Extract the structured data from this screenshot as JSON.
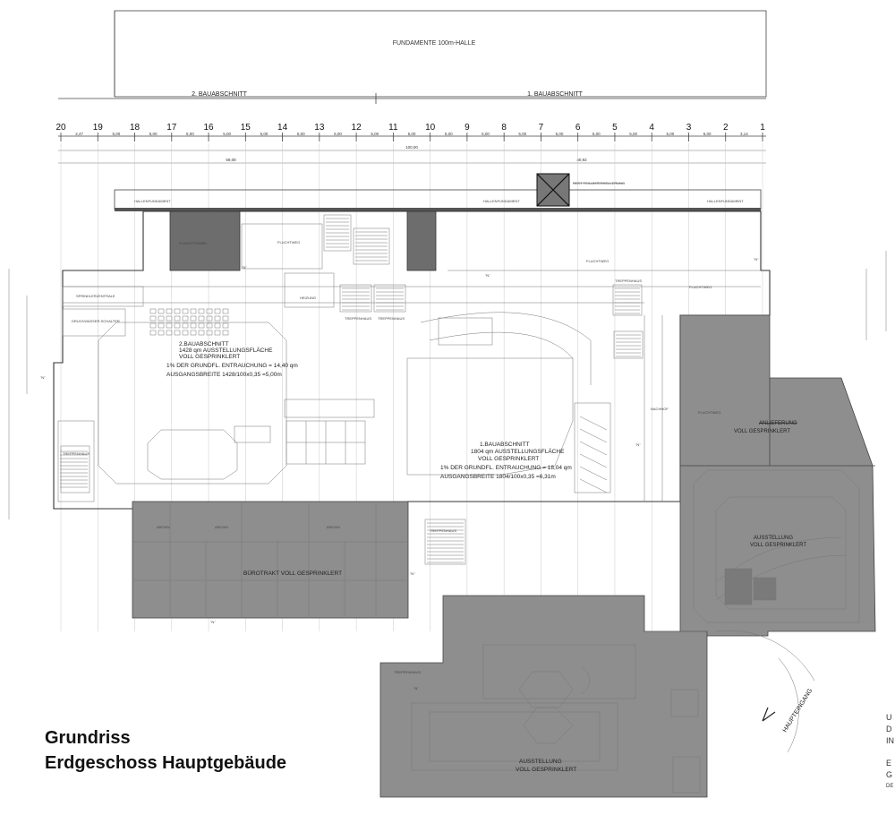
{
  "header": {
    "foundation_title": "FUNDAMENTE 100m-HALLE",
    "phase_2": "2. BAUABSCHNITT",
    "phase_1": "1. BAUABSCHNITT"
  },
  "axes": [
    "20",
    "19",
    "18",
    "17",
    "16",
    "15",
    "14",
    "13",
    "12",
    "11",
    "10",
    "9",
    "8",
    "7",
    "6",
    "5",
    "4",
    "3",
    "2",
    "1"
  ],
  "axis_dims": [
    "2,47",
    "5,00",
    "5,00",
    "5,00",
    "5,00",
    "5,00",
    "5,00",
    "5,00",
    "5,00",
    "5,00",
    "5,00",
    "5,00",
    "5,00",
    "5,00",
    "5,00",
    "5,00",
    "5,00",
    "5,00",
    "3,14"
  ],
  "overall_dims": {
    "total": "100,00",
    "left": "59,08",
    "right": "40,92"
  },
  "labels": {
    "hallenfundament_1": "HALLENFUNDAMENT",
    "hallenfundament_2": "HALLENFUNDAMENT",
    "hallenfundament_3": "HALLENFUNDAMENT",
    "rest_teilunterkellerung": "REST TEILUNTERKELLERUNG",
    "fluchttunnel": "FLUCHTTUNNEL",
    "fluchtweg_1": "FLUCHTWEG",
    "fluchtweg_2": "FLUCHTWEG",
    "fluchtweg_3": "FLUCHTWEG",
    "fluchtweg_4": "FLUCHTWEG",
    "sprinklerzentrale": "SPRINKLERZENTRALE",
    "druckerhoehung": "DRUCKWASSER-SCHALTER",
    "treppenhaus_1": "TREPPENHAUS",
    "treppenhaus_2": "TREPPENHAUS",
    "treppenhaus_3": "TREPPENHAUS",
    "treppenhaus_4": "TREPPENHAUS",
    "treppenhaus_5": "TREPPENHAUS",
    "treppenhaus_6": "TREPPENHAUS",
    "heizung": "HEIZUNG",
    "n_marker": "\"N\"",
    "anlieferung": "ANLIEFERUNG",
    "anlieferung_sprinkler": "VOLL GESPRINKLERT",
    "ausstellung_right": "AUSSTELLUNG",
    "ausstellung_right_2": "VOLL GESPRINKLERT",
    "buerotrakt": "BÜROTRAKT  VOLL GESPRINKLERT",
    "ausstellung_bottom": "AUSSTELLUNG",
    "ausstellung_bottom_2": "VOLL GESPRINKLERT",
    "haupteingang": "HAUPTEINGANG",
    "archiv_1": "ARCHIV",
    "archiv_2": "ARCHIV",
    "archiv_3": "ARCHIV",
    "nachhof": "NACHHOF"
  },
  "phase2_block": [
    "2.BAUABSCHNITT",
    "1428 qm AUSSTELLUNGSFLÄCHE",
    "VOLL GESPRINKLERT",
    "1% DER GRUNDFL. ENTRAUCHUNG = 14,40 qm",
    "AUSGANGSBREITE 1428/100x0,35 =5,00m"
  ],
  "phase1_block": [
    "1.BAUABSCHNITT",
    "1804 qm AUSSTELLUNGSFLÄCHE",
    "VOLL GESPRINKLERT",
    "1% DER GRUNDFL. ENTRAUCHUNG = 18,04 qm",
    "AUSGANGSBREITE 1804/100x0,35 =6,31m"
  ],
  "title": {
    "line1": "Grundriss",
    "line2": "Erdgeschoss Hauptgebäude"
  },
  "edge_note": [
    "U",
    "D",
    "IN",
    "E",
    "G",
    "DE"
  ],
  "colors": {
    "shaded": "#8e8e8e",
    "dark": "#6d6d6d",
    "line": "#333333"
  }
}
